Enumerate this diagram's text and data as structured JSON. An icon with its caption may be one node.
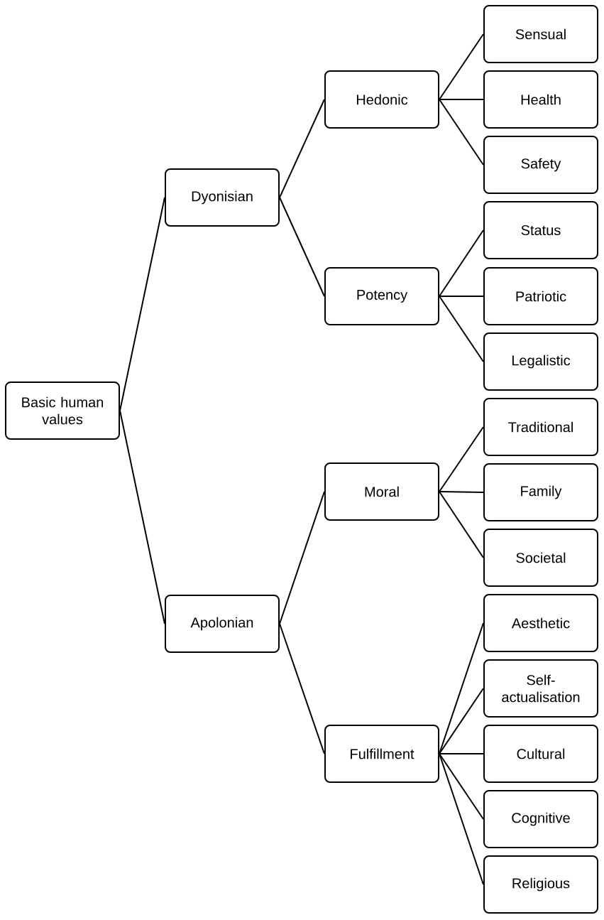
{
  "diagram": {
    "nodes": [
      {
        "text": [
          "Basic human values"
        ]
      },
      {
        "text": [
          "Dyonisian"
        ]
      },
      {
        "text": [
          "Apolonian"
        ]
      },
      {
        "text": [
          "Hedonic"
        ]
      },
      {
        "text": [
          "Potency"
        ]
      },
      {
        "text": [
          "Moral"
        ]
      },
      {
        "text": [
          "Fulfillment"
        ]
      },
      {
        "text": [
          "Sensual"
        ]
      },
      {
        "text": [
          "Health"
        ]
      },
      {
        "text": [
          "Safety"
        ]
      },
      {
        "text": [
          "Status"
        ]
      },
      {
        "text": [
          "Patriotic"
        ]
      },
      {
        "text": [
          "Legalistic"
        ]
      },
      {
        "text": [
          "Traditional"
        ]
      },
      {
        "text": [
          "Family"
        ]
      },
      {
        "text": [
          "Societal"
        ]
      },
      {
        "text": [
          "Aesthetic"
        ]
      },
      {
        "text": [
          "Self-actualisation"
        ]
      },
      {
        "text": [
          "Cultural"
        ]
      },
      {
        "text": [
          "Cognitive"
        ]
      },
      {
        "text": [
          "Religious"
        ]
      }
    ],
    "edges": [
      {
        "from": 0,
        "to": 1,
        "arrow": "none"
      },
      {
        "from": 0,
        "to": 2,
        "arrow": "none"
      },
      {
        "from": 1,
        "to": 3,
        "arrow": "none"
      },
      {
        "from": 1,
        "to": 4,
        "arrow": "none"
      },
      {
        "from": 2,
        "to": 5,
        "arrow": "none"
      },
      {
        "from": 2,
        "to": 6,
        "arrow": "none"
      },
      {
        "from": 3,
        "to": 7,
        "arrow": "none"
      },
      {
        "from": 3,
        "to": 8,
        "arrow": "none"
      },
      {
        "from": 3,
        "to": 9,
        "arrow": "none"
      },
      {
        "from": 4,
        "to": 10,
        "arrow": "none"
      },
      {
        "from": 4,
        "to": 11,
        "arrow": "none"
      },
      {
        "from": 4,
        "to": 12,
        "arrow": "none"
      },
      {
        "from": 5,
        "to": 13,
        "arrow": "none"
      },
      {
        "from": 5,
        "to": 14,
        "arrow": "none"
      },
      {
        "from": 5,
        "to": 15,
        "arrow": "none"
      },
      {
        "from": 6,
        "to": 16,
        "arrow": "none"
      },
      {
        "from": 6,
        "to": 17,
        "arrow": "none"
      },
      {
        "from": 6,
        "to": 18,
        "arrow": "none"
      },
      {
        "from": 6,
        "to": 19,
        "arrow": "none"
      },
      {
        "from": 6,
        "to": 20,
        "arrow": "none"
      }
    ]
  }
}
